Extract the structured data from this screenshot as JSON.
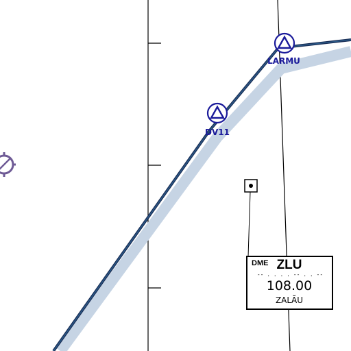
{
  "colors": {
    "route_line": "#1b2f57",
    "route_buffer": "#c6d4e4",
    "waypoint": "#1a1a9a",
    "airspace_line": "#000000",
    "ring_symbol": "#6e5a95",
    "box_stroke": "#000000",
    "background": "#ffffff"
  },
  "waypoints": [
    {
      "id": "larmu",
      "label": "LARMU",
      "icon": "compulsory-reporting-triangle-icon"
    },
    {
      "id": "dv11",
      "label": "DV11",
      "icon": "compulsory-reporting-triangle-icon"
    }
  ],
  "navaid": {
    "type_label": "DME",
    "ident": "ZLU",
    "morse": "-- . . . . -- . . --",
    "frequency": "108.00",
    "name": "ZALĂU",
    "icon": "dme-square-icon"
  },
  "other_symbols": [
    {
      "id": "ring",
      "icon": "airfield-ring-icon"
    }
  ]
}
